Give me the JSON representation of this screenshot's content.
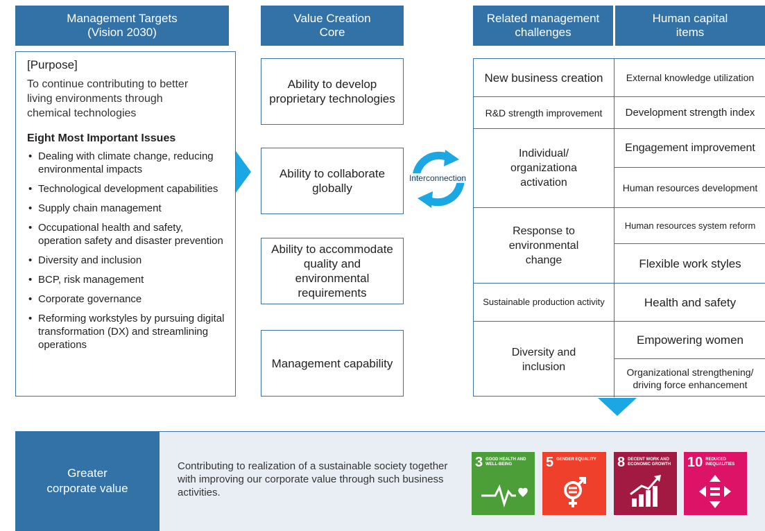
{
  "headers": {
    "targets": [
      "Management Targets",
      "(Vision 2030)"
    ],
    "core": [
      "Value Creation",
      "Core"
    ],
    "challenges": [
      "Related management",
      "challenges"
    ],
    "human": [
      "Human capital",
      "items"
    ]
  },
  "targets": {
    "purpose_title": "[Purpose]",
    "purpose_text": "To continue contributing to better living environments through chemical technologies",
    "issues_title": "Eight Most Important Issues",
    "issues": [
      "Dealing with climate change, reducing environmental impacts",
      "Technological development capabilities",
      "Supply chain management",
      "Occupational health and safety, operation safety and disaster prevention",
      "Diversity and inclusion",
      "BCP, risk management",
      "Corporate governance",
      "Reforming workstyles by pursuing digital transformation (DX) and streamlining operations"
    ]
  },
  "core": [
    "Ability to develop proprietary technologies",
    "Ability to collaborate globally",
    "Ability to accommodate quality and environmental requirements",
    "Management capability"
  ],
  "interconnection": "Interconnection",
  "challenges": [
    "New business creation",
    "R&D strength improvement",
    "Individual/ organizationa activation",
    "Response to environmental change",
    "Sustainable production activity",
    "Diversity and inclusion"
  ],
  "human": [
    "External knowledge utilization",
    "Development strength index",
    "Engagement improvement",
    "Human resources development",
    "Human resources system reform",
    "Flexible work styles",
    "Health and safety",
    "Empowering women",
    "Organizational strengthening/ driving force enhancement"
  ],
  "bottom": {
    "label": "Greater corporate value",
    "text": "Contributing to realization of a sustainable society together with improving our corporate value through such business activities."
  },
  "sdgs": [
    {
      "num": "3",
      "label": "Good health and well-being",
      "color": "#4c9f38",
      "icon": "heartbeat-icon"
    },
    {
      "num": "5",
      "label": "Gender equality",
      "color": "#ef402b",
      "icon": "gender-equality-icon"
    },
    {
      "num": "8",
      "label": "Decent work and economic growth",
      "color": "#a21942",
      "icon": "growth-chart-icon"
    },
    {
      "num": "10",
      "label": "Reduced inequalities",
      "color": "#dd1367",
      "icon": "equality-arrows-icon"
    }
  ],
  "colors": {
    "header_blue": "#3272a6",
    "arrow_blue": "#1aa7e3",
    "bottom_band": "#e9eef5"
  }
}
